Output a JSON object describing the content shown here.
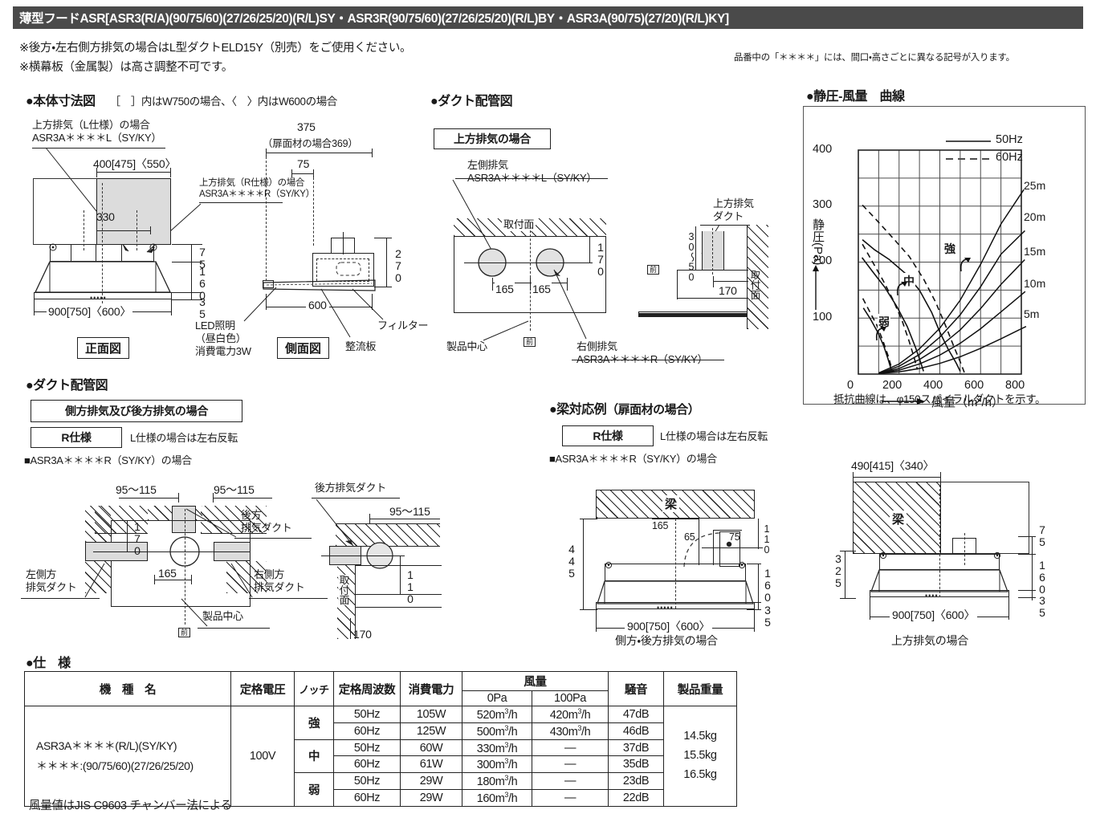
{
  "header": {
    "title": "薄型フードASR[ASR3(R/A)(90/75/60)(27/26/25/20)(R/L)SY・ASR3R(90/75/60)(27/26/25/20)(R/L)BY・ASR3A(90/75)(27/20)(R/L)KY]",
    "note1": "※後方・左右側方排気の場合はL型ダクトELD15Y（別売）をご使用ください。",
    "note2": "※横幕板（金属製）は高さ調整不可です。",
    "note_right": "品番中の「＊＊＊＊」には、間口・高さごとに異なる記号が入ります。"
  },
  "body_dim": {
    "heading": "●本体寸法図",
    "heading_sub": "［　］内はW750の場合、〈　〉内はW600の場合",
    "callout_upper_L": "上方排気（L仕様）の場合",
    "callout_upper_L_model": "ASR3A＊＊＊＊L（SY/KY）",
    "callout_upper_R": "上方排気（R仕様）の場合",
    "callout_upper_R_model": "ASR3A＊＊＊＊R（SY/KY）",
    "dim_top": "400[475]〈550〉",
    "dim_330": "330",
    "dim_width": "900[750]〈600〉",
    "dim_75": "75",
    "dim_160": "160",
    "dim_35": "35",
    "front_caption": "正面図",
    "dim_375": "375",
    "dim_375_sub": "（扉面材の場合369）",
    "dim_side_75": "75",
    "dim_270": "270",
    "dim_600": "600",
    "side_caption": "側面図",
    "led_label_1": "LED照明",
    "led_label_2": "（昼白色）",
    "led_label_3": "消費電力3W",
    "filter_label": "フィルター",
    "rectifier_label": "整流板"
  },
  "duct_upper": {
    "heading": "●ダクト配管図",
    "boxlabel": "上方排気の場合",
    "left_exhaust": "左側排気",
    "left_exhaust_model": "ASR3A＊＊＊＊L（SY/KY）",
    "right_exhaust": "右側排気",
    "right_exhaust_model": "ASR3A＊＊＊＊R（SY/KY）",
    "mounting_face": "取付面",
    "dim_170": "170",
    "dim_165_a": "165",
    "dim_165_b": "165",
    "product_center": "製品中心",
    "front_mark": "前",
    "side_duct_label_1": "上方排気",
    "side_duct_label_2": "ダクト",
    "side_dim_30_50": "30〜50",
    "side_dim_170": "170",
    "side_mounting_face": "取付面",
    "side_front_mark": "前"
  },
  "duct_side_rear": {
    "heading": "●ダクト配管図",
    "boxlabel": "側方排気及び後方排気の場合",
    "spec_box": "R仕様",
    "spec_note": "L仕様の場合は左右反転",
    "model_note": "■ASR3A＊＊＊＊R（SY/KY）の場合",
    "dim_95_115_a": "95〜115",
    "dim_95_115_b": "95〜115",
    "dim_170": "170",
    "dim_165": "165",
    "rear_duct_1": "後方",
    "rear_duct_2": "排気ダクト",
    "left_duct_1": "左側方",
    "left_duct_2": "排気ダクト",
    "right_duct_1": "右側方",
    "right_duct_2": "排気ダクト",
    "product_center": "製品中心",
    "front_mark": "前",
    "sv_rear_duct": "後方排気ダクト",
    "sv_dim_95_115": "95〜115",
    "sv_dim_110": "110",
    "sv_dim_170": "170",
    "sv_mounting_face": "取付面"
  },
  "beam": {
    "heading": "●梁対応例",
    "heading_sub": "（扉面材の場合）",
    "spec_box": "R仕様",
    "spec_note": "L仕様の場合は左右反転",
    "model_note": "■ASR3A＊＊＊＊R（SY/KY）の場合",
    "beam_label": "梁",
    "dim_165": "165",
    "dim_65": "65",
    "dim_75": "75",
    "dim_110": "110",
    "dim_445": "445",
    "dim_160": "160",
    "dim_35": "35",
    "dim_width": "900[750]〈600〉",
    "caption": "側方・後方排気の場合"
  },
  "beam_upper": {
    "beam_label": "梁",
    "dim_top": "490[415]〈340〉",
    "dim_325": "325",
    "dim_75": "75",
    "dim_160": "160",
    "dim_35": "35",
    "dim_width": "900[750]〈600〉",
    "caption": "上方排気の場合"
  },
  "chart_data": {
    "type": "line",
    "heading": "●静圧-風量　曲線",
    "title": "静圧-風量　曲線",
    "xlabel": "風量（m3/h）",
    "ylabel": "静圧(Pa)",
    "xlim": [
      0,
      800
    ],
    "ylim": [
      0,
      400
    ],
    "xticks": [
      0,
      200,
      400,
      600,
      800
    ],
    "yticks": [
      0,
      100,
      200,
      300,
      400
    ],
    "xtick_labels": [
      "0",
      "200",
      "400",
      "600",
      "800"
    ],
    "ytick_labels": [
      "100",
      "200",
      "300",
      "400"
    ],
    "grid": true,
    "grid_x_minor": [
      100,
      200,
      300,
      400,
      500,
      600,
      700,
      800
    ],
    "grid_y_minor": [
      50,
      100,
      150,
      200,
      250,
      300,
      350,
      400
    ],
    "legend": [
      {
        "label": "50Hz",
        "style": "solid"
      },
      {
        "label": "60Hz",
        "style": "dashed"
      }
    ],
    "legend_position": "top-right",
    "footnote": "抵抗曲線は、φ150スパイラルダクトを示す。",
    "notch_labels": [
      "強",
      "中",
      "弱"
    ],
    "resistance_labels": [
      "25m",
      "20m",
      "15m",
      "10m",
      "5m"
    ],
    "series": [
      {
        "name": "強 50Hz",
        "notch": "強",
        "freq": "50Hz",
        "style": "solid",
        "points": [
          [
            20,
            240
          ],
          [
            80,
            222
          ],
          [
            150,
            205
          ],
          [
            230,
            180
          ],
          [
            300,
            150
          ],
          [
            360,
            110
          ],
          [
            400,
            75
          ],
          [
            440,
            45
          ],
          [
            480,
            20
          ],
          [
            500,
            5
          ]
        ]
      },
      {
        "name": "強 60Hz",
        "notch": "強",
        "freq": "60Hz",
        "style": "dashed",
        "points": [
          [
            20,
            302
          ],
          [
            90,
            275
          ],
          [
            170,
            243
          ],
          [
            250,
            210
          ],
          [
            320,
            170
          ],
          [
            380,
            128
          ],
          [
            430,
            85
          ],
          [
            470,
            48
          ],
          [
            500,
            22
          ],
          [
            520,
            3
          ]
        ]
      },
      {
        "name": "中 50Hz",
        "notch": "中",
        "freq": "50Hz",
        "style": "solid",
        "points": [
          [
            18,
            208
          ],
          [
            70,
            183
          ],
          [
            130,
            155
          ],
          [
            190,
            120
          ],
          [
            240,
            85
          ],
          [
            280,
            48
          ],
          [
            305,
            22
          ],
          [
            320,
            5
          ]
        ]
      },
      {
        "name": "中 60Hz",
        "notch": "中",
        "freq": "60Hz",
        "style": "dashed",
        "points": [
          [
            20,
            232
          ],
          [
            70,
            200
          ],
          [
            120,
            168
          ],
          [
            170,
            133
          ],
          [
            215,
            95
          ],
          [
            250,
            58
          ],
          [
            275,
            28
          ],
          [
            290,
            8
          ]
        ]
      },
      {
        "name": "弱 50Hz",
        "notch": "弱",
        "freq": "50Hz",
        "style": "solid",
        "points": [
          [
            25,
            118
          ],
          [
            60,
            98
          ],
          [
            95,
            75
          ],
          [
            125,
            50
          ],
          [
            145,
            28
          ],
          [
            158,
            12
          ],
          [
            165,
            3
          ]
        ]
      },
      {
        "name": "弱 60Hz",
        "notch": "弱",
        "freq": "60Hz",
        "style": "dashed",
        "points": [
          [
            22,
            135
          ],
          [
            55,
            112
          ],
          [
            90,
            88
          ],
          [
            120,
            60
          ],
          [
            145,
            34
          ],
          [
            160,
            15
          ],
          [
            170,
            3
          ]
        ]
      },
      {
        "name": "25m 抵抗曲線",
        "kind": "resistance",
        "length_m": 25,
        "points": [
          [
            100,
            2
          ],
          [
            200,
            18
          ],
          [
            300,
            45
          ],
          [
            400,
            82
          ],
          [
            500,
            132
          ],
          [
            600,
            196
          ],
          [
            700,
            268
          ],
          [
            795,
            320
          ]
        ]
      },
      {
        "name": "20m 抵抗曲線",
        "kind": "resistance",
        "length_m": 20,
        "points": [
          [
            100,
            1
          ],
          [
            200,
            14
          ],
          [
            300,
            35
          ],
          [
            400,
            66
          ],
          [
            500,
            106
          ],
          [
            600,
            156
          ],
          [
            700,
            214
          ],
          [
            795,
            248
          ]
        ]
      },
      {
        "name": "15m 抵抗曲線",
        "kind": "resistance",
        "length_m": 15,
        "points": [
          [
            100,
            1
          ],
          [
            200,
            10
          ],
          [
            300,
            26
          ],
          [
            400,
            49
          ],
          [
            500,
            79
          ],
          [
            600,
            117
          ],
          [
            700,
            160
          ],
          [
            795,
            196
          ]
        ]
      },
      {
        "name": "10m 抵抗曲線",
        "kind": "resistance",
        "length_m": 10,
        "points": [
          [
            100,
            1
          ],
          [
            200,
            7
          ],
          [
            300,
            18
          ],
          [
            400,
            34
          ],
          [
            500,
            55
          ],
          [
            600,
            81
          ],
          [
            700,
            111
          ],
          [
            795,
            140
          ]
        ]
      },
      {
        "name": "5m 抵抗曲線",
        "kind": "resistance",
        "length_m": 5,
        "points": [
          [
            100,
            1
          ],
          [
            200,
            4
          ],
          [
            300,
            10
          ],
          [
            400,
            19
          ],
          [
            500,
            31
          ],
          [
            600,
            46
          ],
          [
            700,
            63
          ],
          [
            795,
            80
          ]
        ]
      }
    ]
  },
  "spec": {
    "heading": "●仕　様",
    "footnote": "風量値はJIS C9603 チャンバー法による",
    "columns": {
      "model": "機　種　名",
      "voltage": "定格電圧",
      "notch": "ノッチ",
      "frequency": "定格周波数",
      "power": "消費電力",
      "airflow": "風量",
      "airflow_0pa": "0Pa",
      "airflow_100pa": "100Pa",
      "noise": "騒音",
      "weight": "製品重量"
    },
    "model_line1": "ASR3A＊＊＊＊(R/L)(SY/KY)",
    "model_line2": "＊＊＊＊:(90/75/60)(27/26/25/20)",
    "voltage": "100V",
    "weights": [
      "14.5kg",
      "15.5kg",
      "16.5kg"
    ],
    "rows": [
      {
        "notch": "強",
        "frequency": "50Hz",
        "power": "105W",
        "airflow_0pa": "520m3/h",
        "airflow_100pa": "420m3/h",
        "noise": "47dB"
      },
      {
        "notch": "強",
        "frequency": "60Hz",
        "power": "125W",
        "airflow_0pa": "500m3/h",
        "airflow_100pa": "430m3/h",
        "noise": "46dB"
      },
      {
        "notch": "中",
        "frequency": "50Hz",
        "power": "60W",
        "airflow_0pa": "330m3/h",
        "airflow_100pa": "—",
        "noise": "37dB"
      },
      {
        "notch": "中",
        "frequency": "60Hz",
        "power": "61W",
        "airflow_0pa": "300m3/h",
        "airflow_100pa": "—",
        "noise": "35dB"
      },
      {
        "notch": "弱",
        "frequency": "50Hz",
        "power": "29W",
        "airflow_0pa": "180m3/h",
        "airflow_100pa": "—",
        "noise": "23dB"
      },
      {
        "notch": "弱",
        "frequency": "60Hz",
        "power": "29W",
        "airflow_0pa": "160m3/h",
        "airflow_100pa": "—",
        "noise": "22dB"
      }
    ]
  }
}
